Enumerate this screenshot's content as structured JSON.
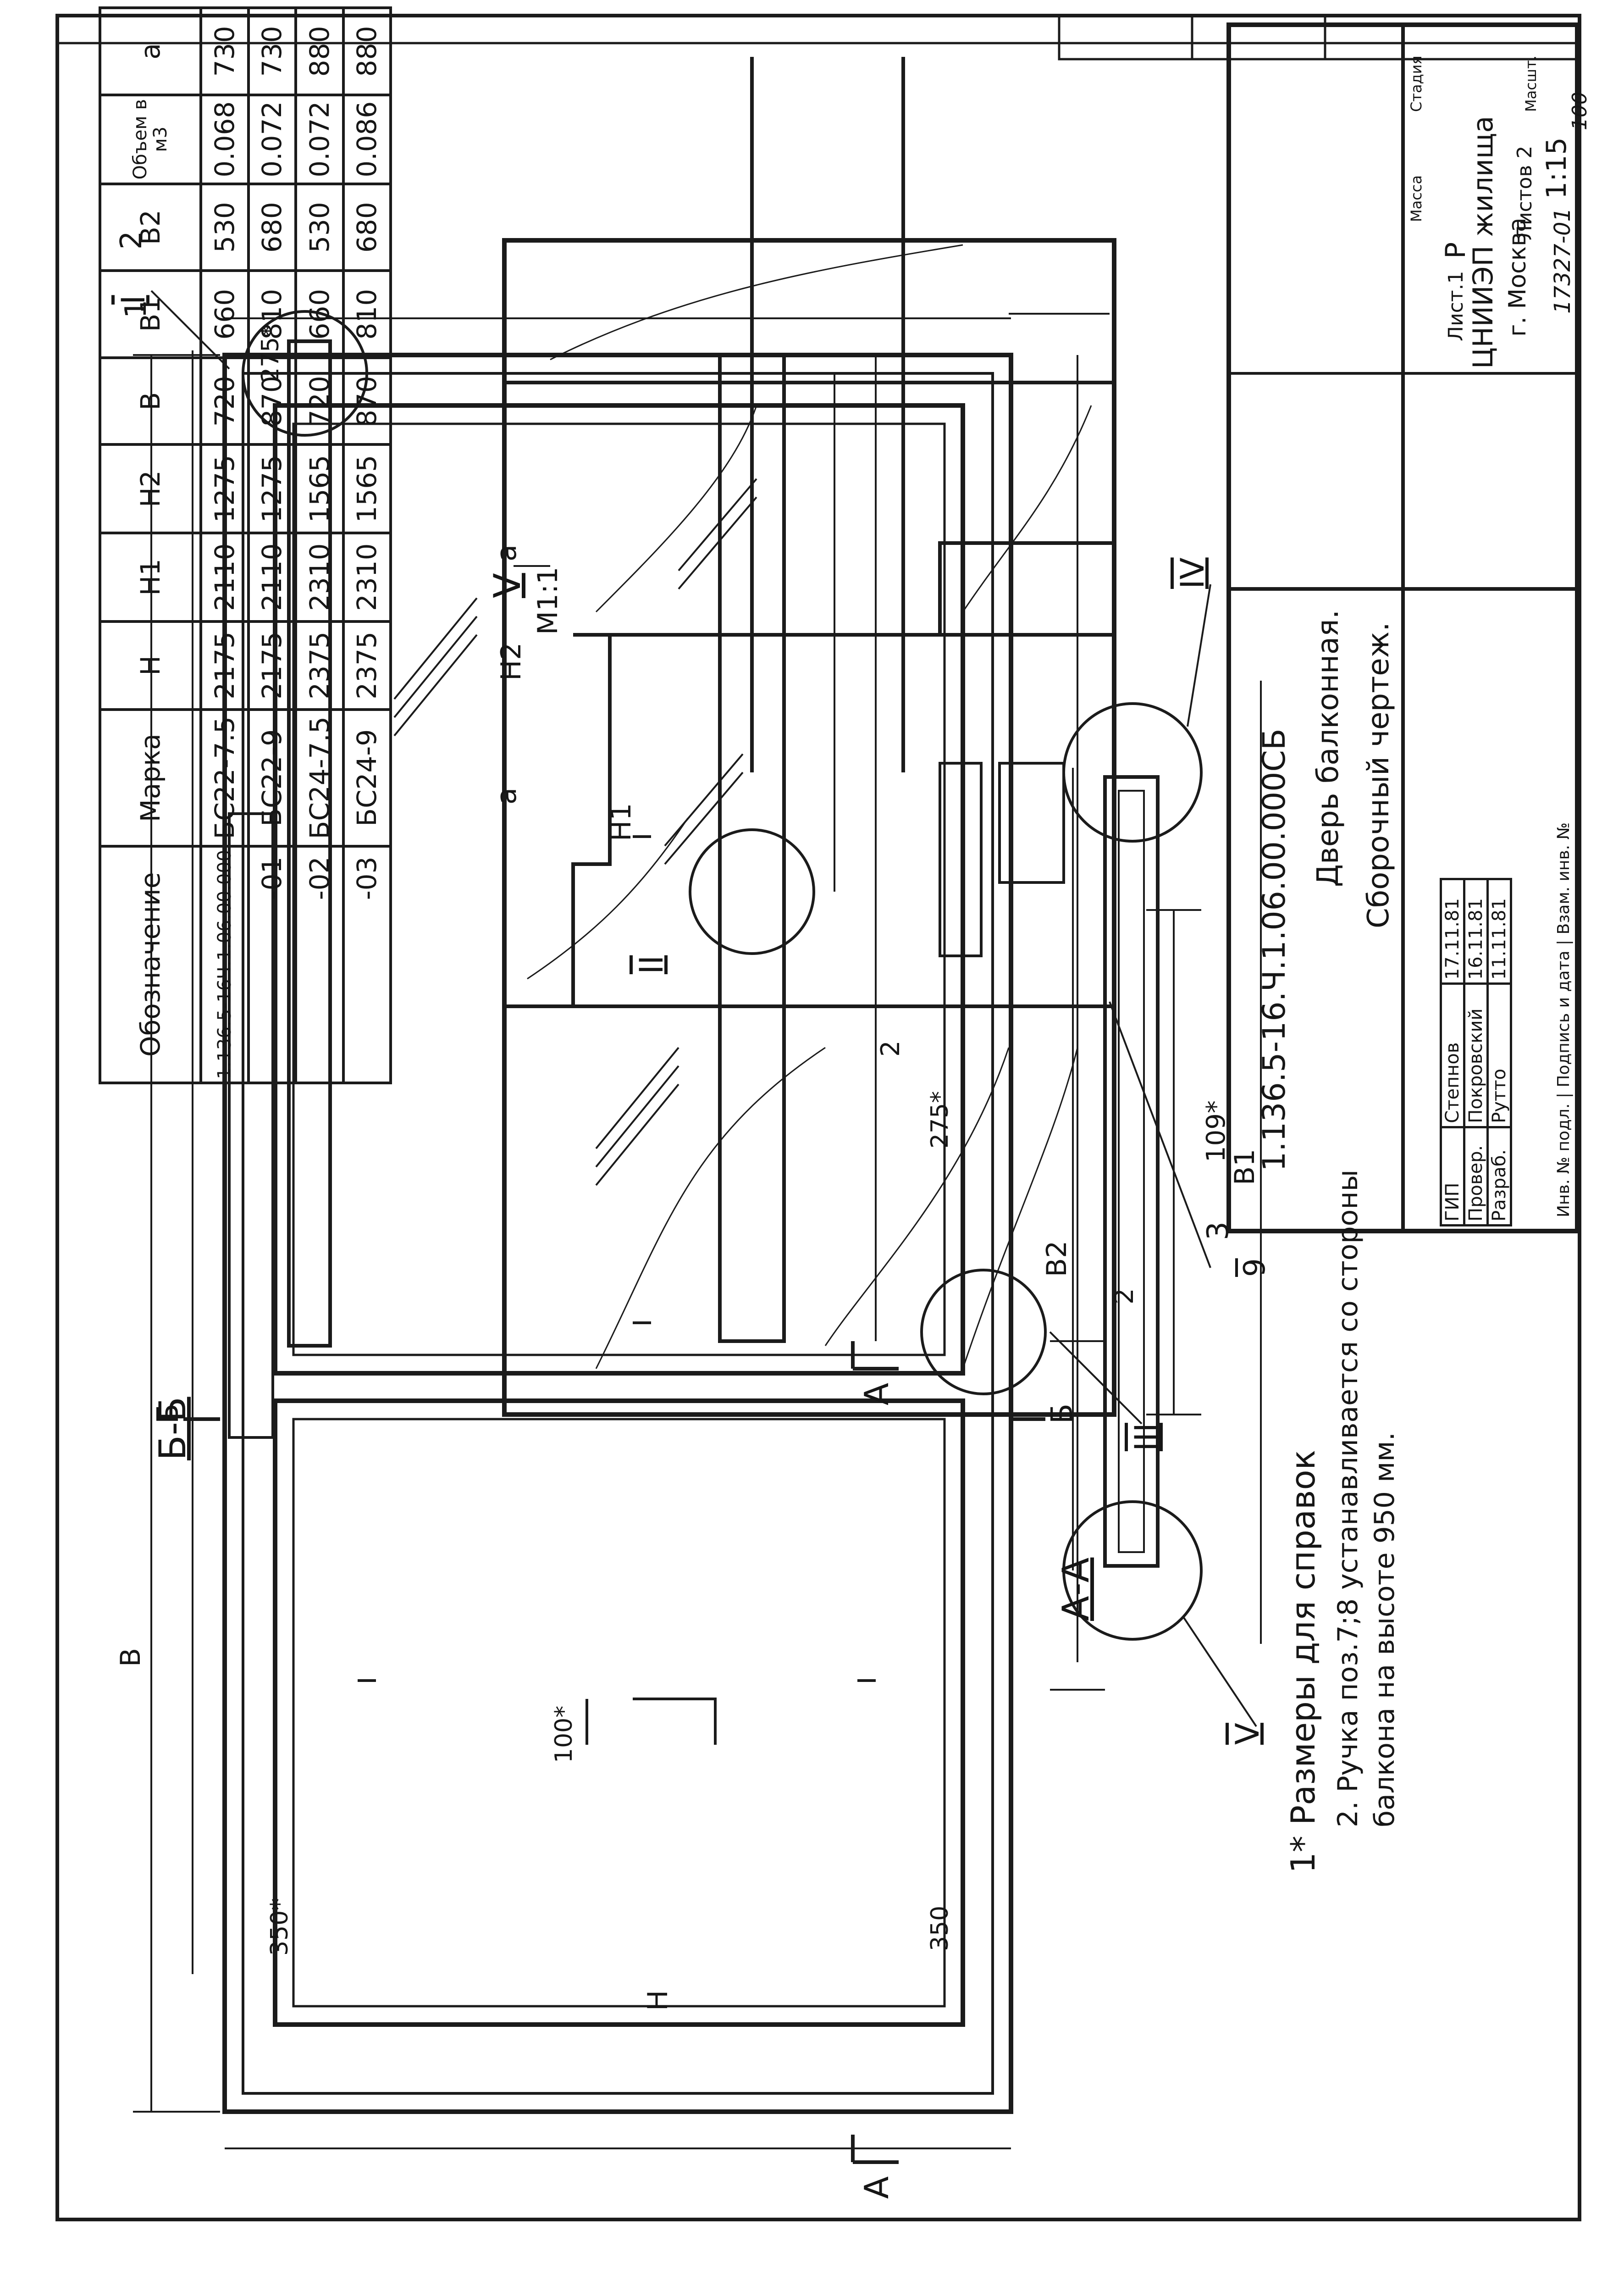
{
  "sheet": {
    "document_code": "1.136.5-16.Ч.1.06.00.000СБ",
    "title_line1": "Дверь балконная.",
    "title_line2": "Сборочный чертеж.",
    "stage_label": "Стадия",
    "mass_label": "Масса",
    "scale_label": "Масшт.",
    "stage_value": "Р",
    "scale_value": "1:15",
    "sheet_label": "Лист.1",
    "sheets_label": "Листов 2",
    "org_name": "ЦНИИЭП жилища",
    "org_city": "г. Москва",
    "archive_number": "17327-01",
    "page_number": "100",
    "signatures": [
      {
        "role": "ГИП",
        "name": "Степнов",
        "date": "17.11.81"
      },
      {
        "role": "Провер.",
        "name": "Покровский",
        "date": "16.11.81"
      },
      {
        "role": "Разраб.",
        "name": "Рутто",
        "date": "11.11.81"
      }
    ],
    "side_stamp": "Инв. № подл. | Подпись и дата | Взам. инв. №"
  },
  "spec_table": {
    "headers": [
      "Обозначение",
      "Марка",
      "Н",
      "Н1",
      "Н2",
      "В",
      "В1",
      "В2",
      "Объем в м3",
      "а"
    ],
    "rows": [
      [
        "1.136.5-16Ч.1.06.00.000",
        "БС22-7.5",
        "2175",
        "2110",
        "1275",
        "720",
        "660",
        "530",
        "0.068",
        "730"
      ],
      [
        "-01",
        "БС22-9",
        "2175",
        "2110",
        "1275",
        "870",
        "810",
        "680",
        "0.072",
        "730"
      ],
      [
        "-02",
        "БС24-7.5",
        "2375",
        "2310",
        "1565",
        "720",
        "660",
        "530",
        "0.072",
        "880"
      ],
      [
        "-03",
        "БС24-9",
        "2375",
        "2310",
        "1565",
        "870",
        "810",
        "680",
        "0.086",
        "880"
      ]
    ]
  },
  "views": {
    "section_bb": "Б-Б",
    "section_aa": "А-А",
    "detail_v": "V",
    "detail_v_scale": "М1:1",
    "cut_a": "А",
    "cut_b": "Б",
    "roman": [
      "I",
      "II",
      "III",
      "IV",
      "V"
    ],
    "callouts": [
      "1",
      "2",
      "3",
      "9"
    ]
  },
  "dimensions": {
    "B": "В",
    "B1": "В1",
    "B2": "В2",
    "H": "Н",
    "H1": "Н1",
    "H2": "Н2",
    "a": "а",
    "d275": "275*",
    "d350s": "350*",
    "d350": "350",
    "d100": "100*",
    "d109": "109*",
    "d2": "2",
    "d2b": "2"
  },
  "notes": [
    "1* Размеры для справок",
    "2. Ручка поз.7;8 устанавливается со стороны",
    "балкона на высоте 950 мм."
  ]
}
